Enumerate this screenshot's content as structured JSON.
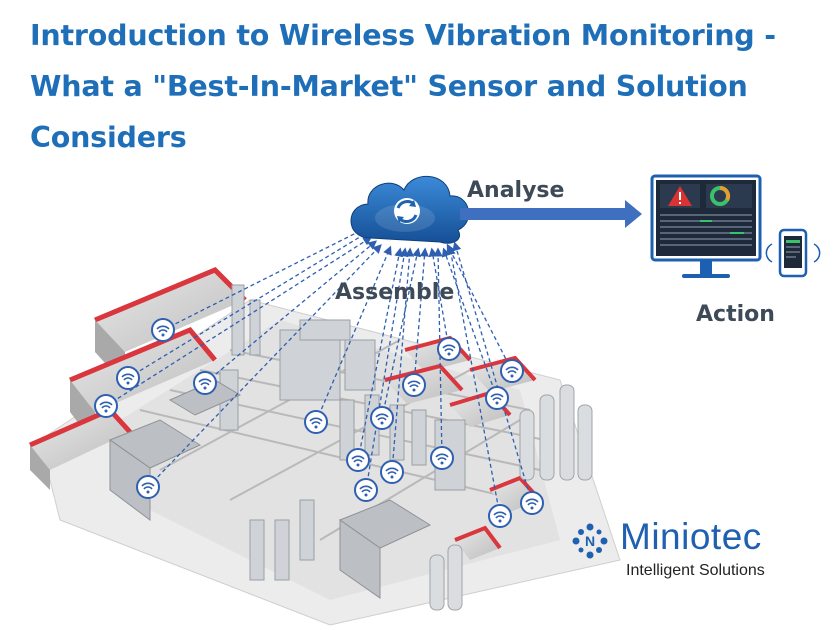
{
  "title": {
    "line1": "Introduction to Wireless Vibration Monitoring -",
    "line2": "What a \"Best-In-Market\" Sensor and Solution",
    "line3": "Considers"
  },
  "labels": {
    "analyse": "Analyse",
    "assemble": "Assemble",
    "action": "Action"
  },
  "brand": {
    "name": "Miniotec",
    "tagline": "Intelligent Solutions"
  },
  "icons": {
    "cloud": "cloud-sync-icon",
    "sensor": "wifi-sensor-icon",
    "monitor": "dashboard-monitor-icon",
    "phone": "smartphone-icon",
    "alert": "warning-triangle-icon"
  },
  "colors": {
    "title": "#1f6fb8",
    "arrow": "#2f5fb0",
    "cloud": "#1e63b0",
    "roof": "#d9363e",
    "brand": "#2060b0"
  }
}
